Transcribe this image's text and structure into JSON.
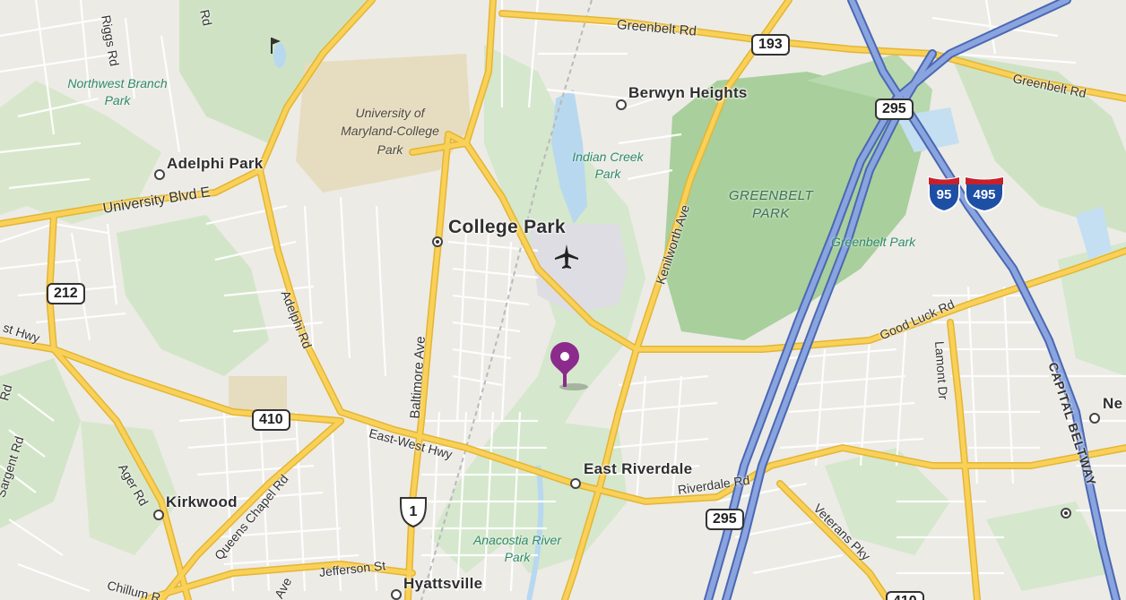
{
  "map": {
    "colors": {
      "land": "#ecebe6",
      "park": "#cfe3c4",
      "forest": "#a9cf9c",
      "water": "#b8d8ef",
      "campus": "#e6dcc0",
      "airport": "#dedde3",
      "arterial": "#f9d158",
      "arterial_edge": "#e4b534",
      "interstate": "#7e99d8",
      "interstate_edge": "#4a68b2",
      "street": "#ffffff",
      "marker": "#8b2b8c"
    },
    "cities": {
      "berwyn_heights": "Berwyn Heights",
      "adelphi_park": "Adelphi Park",
      "college_park": "College Park",
      "east_riverdale": "East Riverdale",
      "kirkwood": "Kirkwood",
      "hyattsville": "Hyattsville",
      "new_partial": "Ne"
    },
    "parks": {
      "northwest_branch": "Northwest Branch\nPark",
      "indian_creek": "Indian Creek\nPark",
      "greenbelt_park_area": "GREENBELT\nPARK",
      "greenbelt_park": "Greenbelt Park",
      "anacostia_river": "Anacostia River\nPark"
    },
    "campus": "University of\nMaryland-College\nPark",
    "roads": {
      "greenbelt_rd_1": "Greenbelt Rd",
      "greenbelt_rd_2": "Greenbelt Rd",
      "riggs_rd": "Riggs Rd",
      "rd_top": "Rd",
      "university_blvd": "University Blvd E",
      "adelphi_rd": "Adelphi Rd",
      "baltimore_ave": "Baltimore Ave",
      "kenilworth_ave": "Kenilworth Ave",
      "good_luck_rd": "Good Luck Rd",
      "lamont_dr": "Lamont Dr",
      "capital_beltway": "CAPITAL BELTWAY",
      "east_west_hwy_1": "East-West Hwy",
      "east_west_hwy_2": "st Hwy",
      "riverdale_rd": "Riverdale Rd",
      "veterans_pky": "Veterans Pky",
      "ager_rd": "Ager Rd",
      "sargent_rd": "Sargent Rd",
      "queens_chapel_rd": "Queens Chapel Rd",
      "jefferson_st": "Jefferson St",
      "chillum_rd": "Chillum R",
      "ave_partial": "Ave",
      "rd_left": "Rd"
    },
    "shields": {
      "md193": "193",
      "i295_top": "295",
      "i295_bottom": "295",
      "md212": "212",
      "md410": "410",
      "us1": "1",
      "i95": "95",
      "i495": "495",
      "bottom_partial": "410"
    },
    "icons": {
      "airport": "airplane-icon",
      "golf": "golf-flag-icon",
      "pin": "location-pin-icon"
    }
  }
}
